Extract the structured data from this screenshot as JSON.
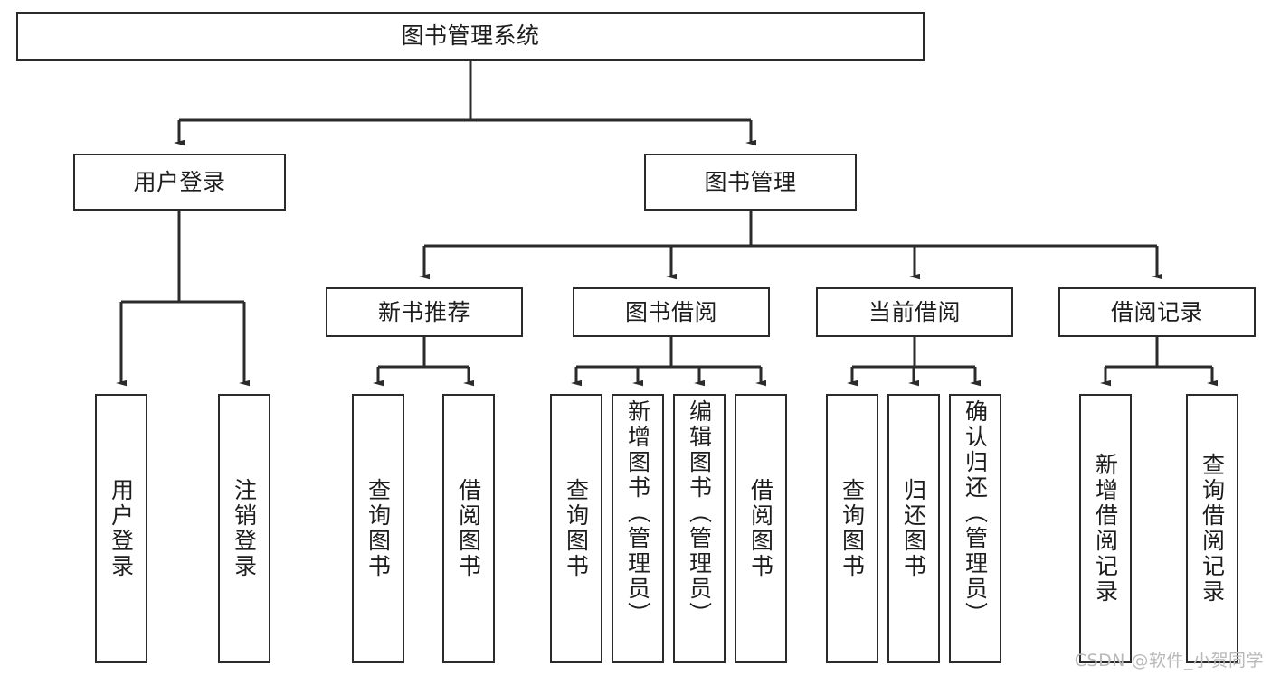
{
  "diagram": {
    "type": "tree-hierarchy",
    "title": "图书管理系统",
    "root": {
      "id": "root",
      "label": "图书管理系统"
    },
    "level2": [
      {
        "id": "user-login",
        "label": "用户登录"
      },
      {
        "id": "book-manage",
        "label": "图书管理"
      }
    ],
    "level3": [
      {
        "id": "new-book-recommend",
        "label": "新书推荐",
        "parent": "book-manage"
      },
      {
        "id": "book-borrow",
        "label": "图书借阅",
        "parent": "book-manage"
      },
      {
        "id": "current-borrow",
        "label": "当前借阅",
        "parent": "book-manage"
      },
      {
        "id": "borrow-record",
        "label": "借阅记录",
        "parent": "book-manage"
      }
    ],
    "leaves": [
      {
        "id": "leaf-user-login",
        "label": "用户登录",
        "parent": "user-login"
      },
      {
        "id": "leaf-user-logout",
        "label": "注销登录",
        "parent": "user-login"
      },
      {
        "id": "leaf-query-book-1",
        "label": "查询图书",
        "parent": "new-book-recommend"
      },
      {
        "id": "leaf-borrow-book-1",
        "label": "借阅图书",
        "parent": "new-book-recommend"
      },
      {
        "id": "leaf-query-book-2",
        "label": "查询图书",
        "parent": "book-borrow"
      },
      {
        "id": "leaf-add-book",
        "label": "新增图书（管理员）",
        "parent": "book-borrow"
      },
      {
        "id": "leaf-edit-book",
        "label": "编辑图书（管理员）",
        "parent": "book-borrow"
      },
      {
        "id": "leaf-borrow-book-2",
        "label": "借阅图书",
        "parent": "book-borrow"
      },
      {
        "id": "leaf-query-book-3",
        "label": "查询图书",
        "parent": "current-borrow"
      },
      {
        "id": "leaf-return-book",
        "label": "归还图书",
        "parent": "current-borrow"
      },
      {
        "id": "leaf-confirm-return",
        "label": "确认归还（管理员）",
        "parent": "current-borrow"
      },
      {
        "id": "leaf-add-record",
        "label": "新增借阅记录",
        "parent": "borrow-record"
      },
      {
        "id": "leaf-query-record",
        "label": "查询借阅记录",
        "parent": "borrow-record"
      }
    ],
    "colors": {
      "stroke": "#2b2b2b",
      "fill": "#ffffff",
      "text": "#1d1d1d",
      "watermark": "#b9b9b9"
    }
  },
  "watermark": {
    "text": "CSDN @软件_小贺同学"
  }
}
